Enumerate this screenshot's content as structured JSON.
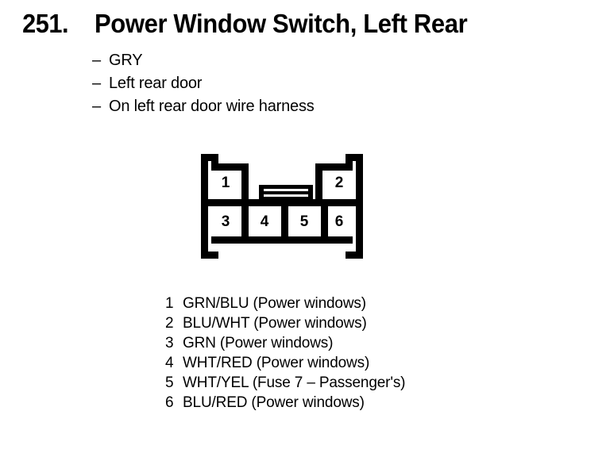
{
  "page": {
    "background_color": "#ffffff",
    "ink_color": "#000000"
  },
  "header": {
    "number": "251.",
    "title": "Power Window Switch, Left Rear"
  },
  "attributes": {
    "bullet_char": "–",
    "items": [
      "GRY",
      "Left rear door",
      "On left rear door wire harness"
    ]
  },
  "connector": {
    "name": "connector-diagram",
    "top_row_pins": [
      "1",
      "2"
    ],
    "bottom_row_pins": [
      "3",
      "4",
      "5",
      "6"
    ],
    "has_center_latch_tab": true
  },
  "pin_legend": {
    "rows": [
      {
        "pin": "1",
        "label": "GRN/BLU (Power windows)"
      },
      {
        "pin": "2",
        "label": "BLU/WHT (Power windows)"
      },
      {
        "pin": "3",
        "label": "GRN (Power windows)"
      },
      {
        "pin": "4",
        "label": "WHT/RED (Power windows)"
      },
      {
        "pin": "5",
        "label": "WHT/YEL (Fuse 7 – Passenger's)"
      },
      {
        "pin": "6",
        "label": "BLU/RED (Power windows)"
      }
    ]
  }
}
